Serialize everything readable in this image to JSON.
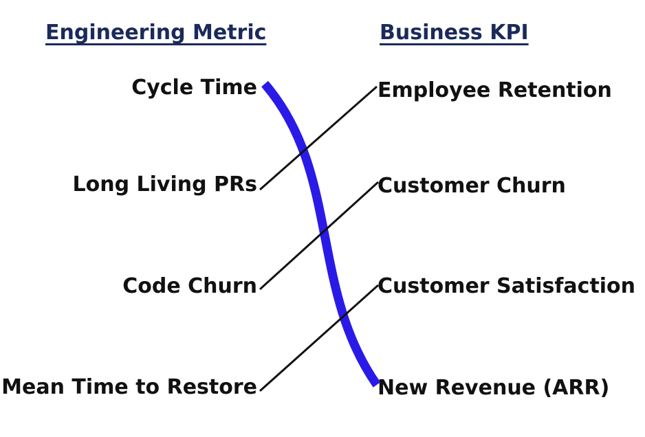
{
  "headers": {
    "left": "Engineering Metric",
    "right": "Business KPI"
  },
  "engineering_metrics": [
    "Cycle Time",
    "Long Living PRs",
    "Code Churn",
    "Mean Time to Restore"
  ],
  "business_kpis": [
    "Employee Retention",
    "Customer Churn",
    "Customer Satisfaction",
    "New Revenue (ARR)"
  ],
  "connections": [
    {
      "from": "Cycle Time",
      "to": "New Revenue (ARR)",
      "style": "thick"
    },
    {
      "from": "Long Living PRs",
      "to": "Employee Retention",
      "style": "thin"
    },
    {
      "from": "Code Churn",
      "to": "Customer Churn",
      "style": "thin"
    },
    {
      "from": "Mean Time to Restore",
      "to": "Customer Satisfaction",
      "style": "thin"
    }
  ],
  "colors": {
    "header": "#1b2a5a",
    "text": "#111111",
    "thick_connector": "#2a1ae8",
    "thin_connector": "#111111"
  }
}
